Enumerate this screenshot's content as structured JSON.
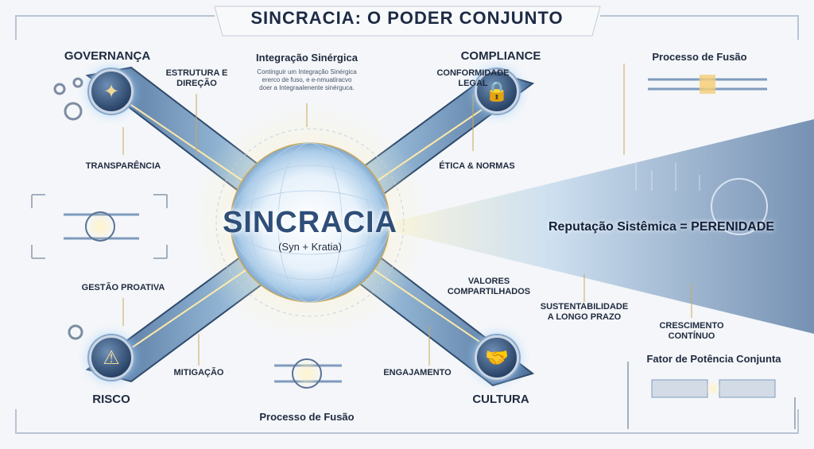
{
  "title": "SINCRACIA: O PODER CONJUNTO",
  "core": {
    "label": "SINCRACIA",
    "sub": "(Syn + Kratia)"
  },
  "pillars": {
    "governanca": {
      "label": "GOVERNANÇA",
      "icon": "compass-icon"
    },
    "compliance": {
      "label": "COMPLIANCE",
      "icon": "shield-lock-icon"
    },
    "risco": {
      "label": "RISCO",
      "icon": "risk-chart-icon"
    },
    "cultura": {
      "label": "CULTURA",
      "icon": "handshake-icon"
    }
  },
  "labels": {
    "estrutura": "ESTRUTURA E DIREÇÃO",
    "transparencia": "TRANSPARÊNCIA",
    "conformidade": "CONFORMIDADE LEGAL",
    "etica": "ÉTICA & NORMAS",
    "gestao": "GESTÃO PROATIVA",
    "mitigacao": "MITIGAÇÃO",
    "valores": "VALORES COMPARTILHADOS",
    "engajamento": "ENGAJAMENTO",
    "sustentabilidade": "SUSTENTABILIDADE A LONGO PRAZO",
    "crescimento": "CRESCIMENTO CONTÍNUO"
  },
  "integracao": {
    "title": "Integração Sinérgica",
    "text": "Continguir um Integração Sinérgica ererco de fuso, e e-nmuatiracvo doer a Integraalenente sinérguca."
  },
  "fusao_top": "Processo de Fusão",
  "fusao_bottom": "Processo de Fusão",
  "fator": "Fator de Potência Conjunta",
  "reputacao": "Reputação Sistêmica = PERENIDADE",
  "colors": {
    "navy": "#1c2a44",
    "beam": "#8fc3ea",
    "gold": "#f3c86a"
  }
}
